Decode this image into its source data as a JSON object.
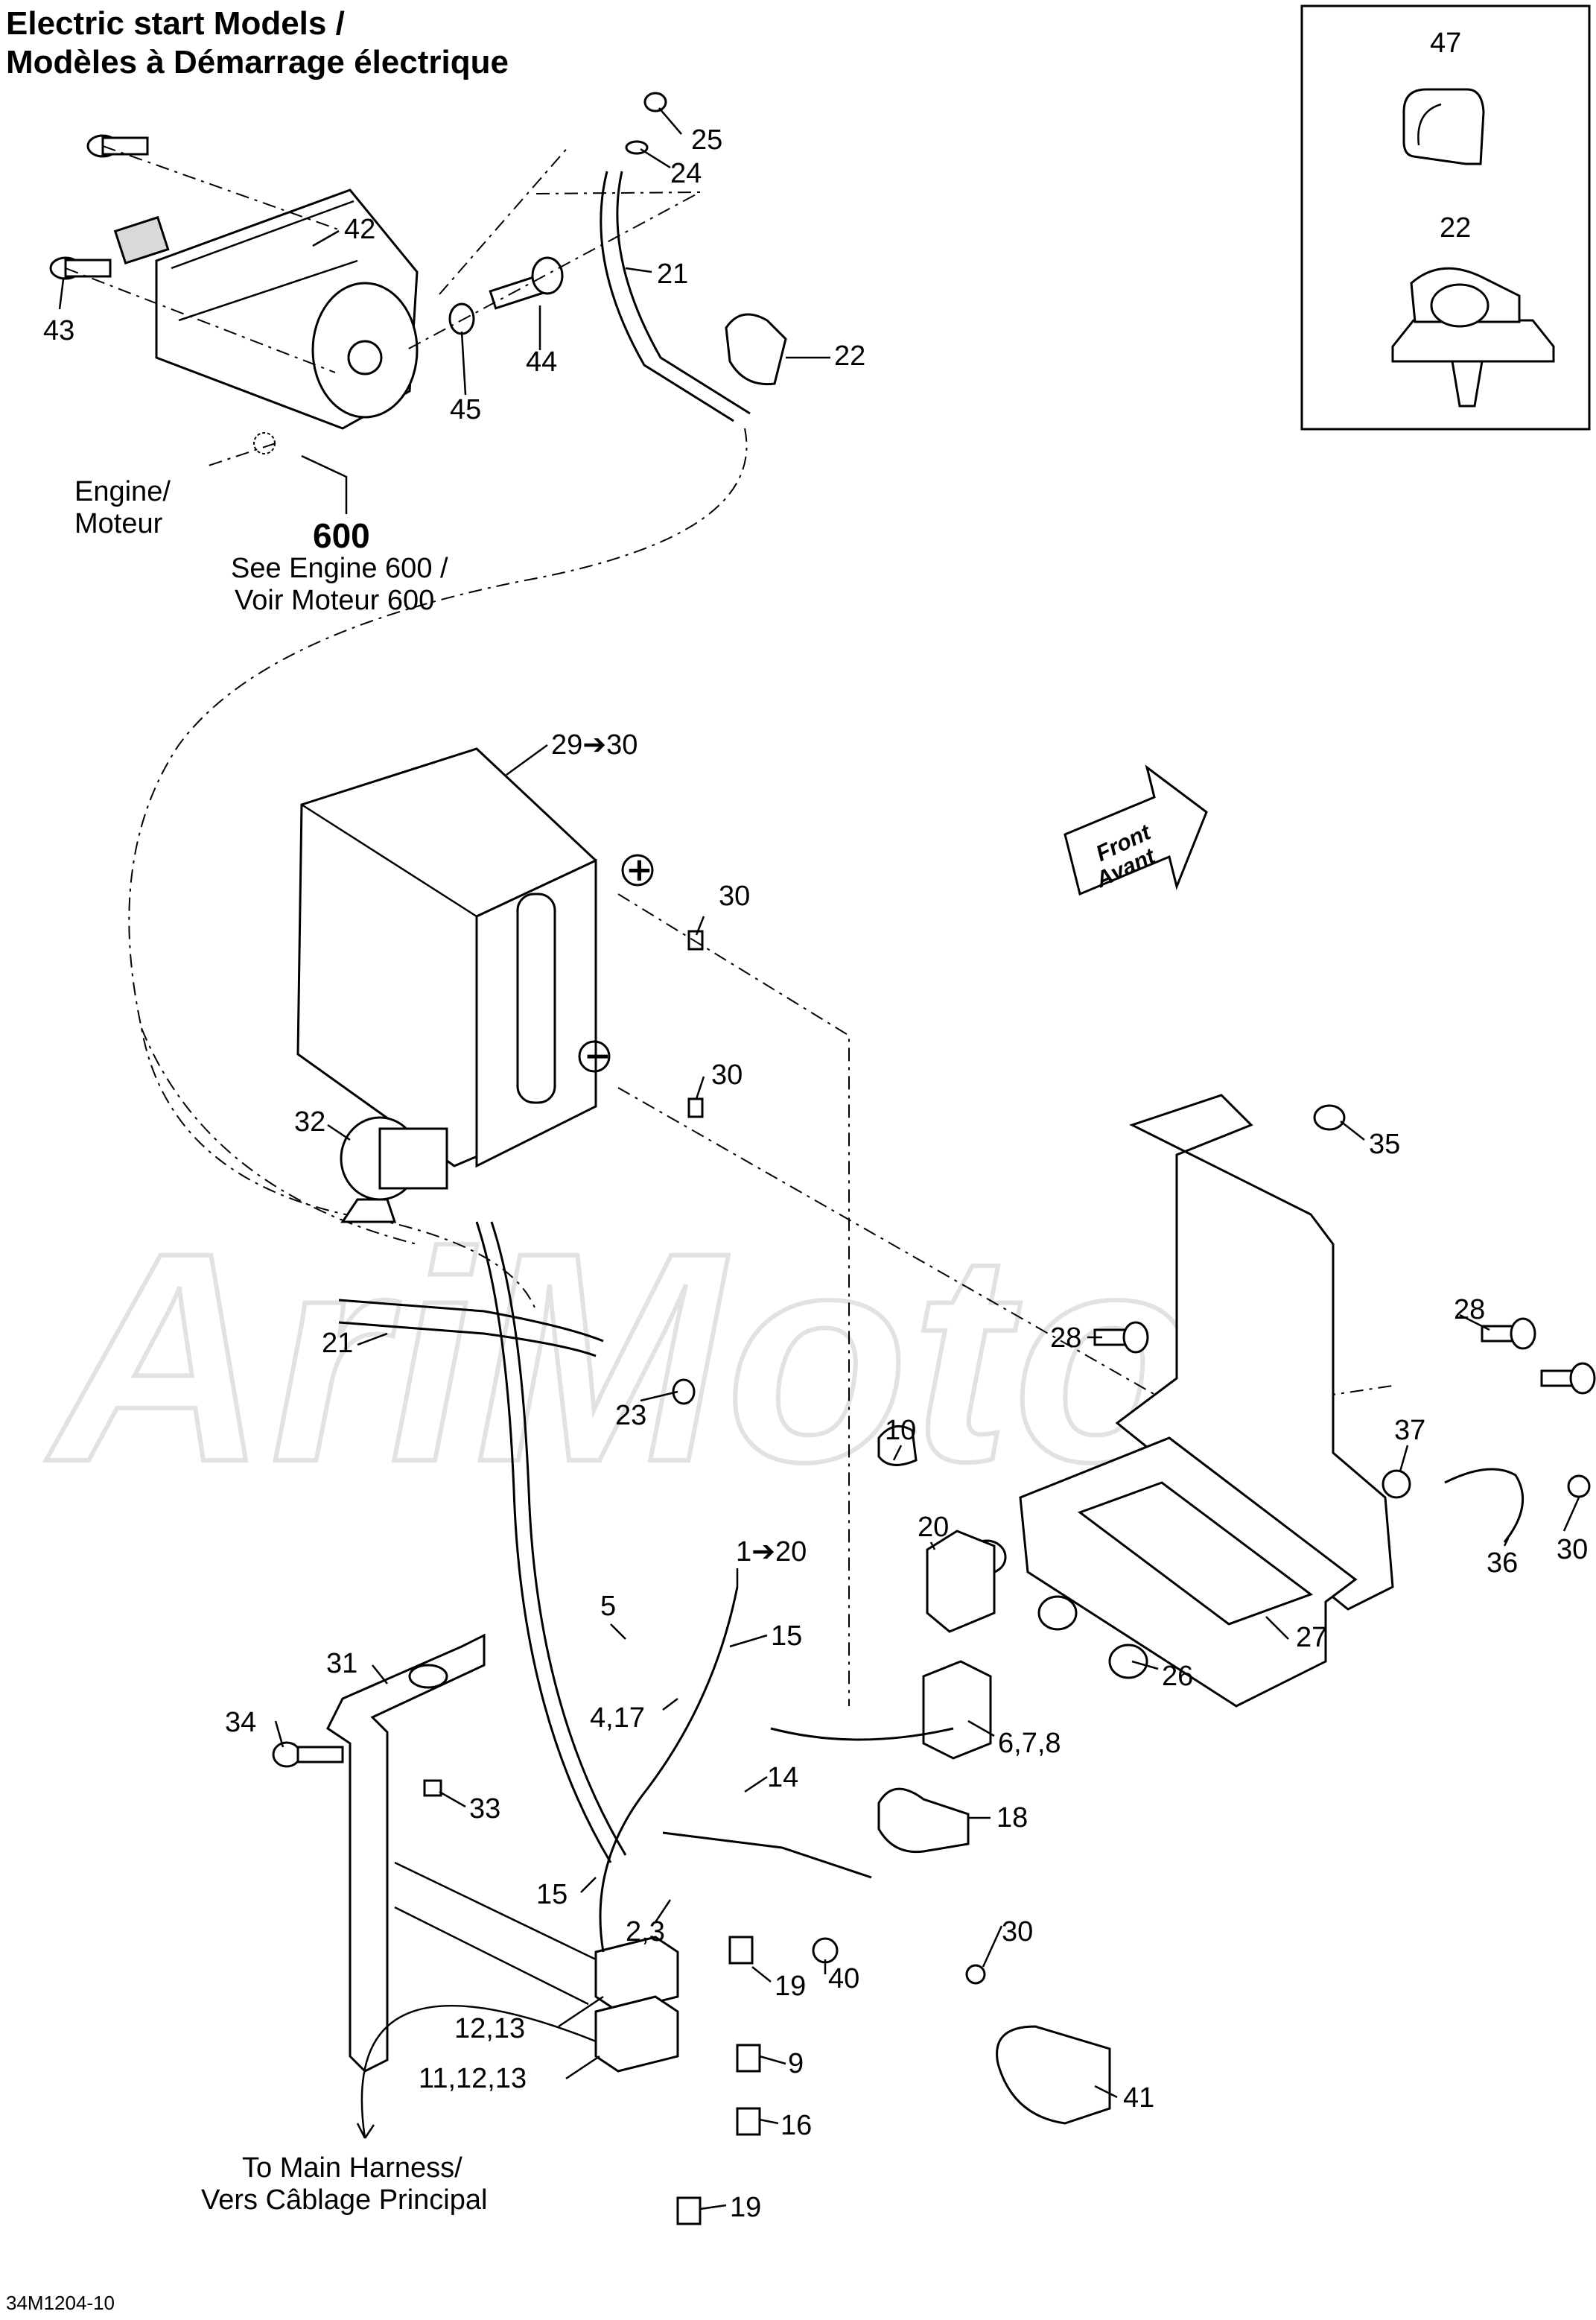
{
  "title": {
    "line1": "Electric start Models /",
    "line2": "Modèles à Démarrage électrique"
  },
  "engine_reference": {
    "label_line1": "Engine/",
    "label_line2": "Moteur",
    "number": "600",
    "see_line1": "See Engine 600 /",
    "see_line2": "Voir Moteur 600"
  },
  "direction": {
    "line1": "Front",
    "line2": "Avant"
  },
  "polarity": {
    "positive": "+",
    "negative": "−"
  },
  "harness_note": {
    "line1": "To Main Harness/",
    "line2": "Vers Câblage Principal"
  },
  "watermark": "AriMoto",
  "drawing_code": "34M1204-10",
  "callouts": [
    "47",
    "22",
    "25",
    "24",
    "42",
    "21",
    "22",
    "43",
    "44",
    "45",
    "29➔30",
    "30",
    "30",
    "32",
    "35",
    "28",
    "28",
    "21",
    "23",
    "37",
    "10",
    "30",
    "20",
    "36",
    "1➔20",
    "5",
    "15",
    "27",
    "31",
    "26",
    "4,17",
    "34",
    "6,7,8",
    "14",
    "33",
    "18",
    "15",
    "2,3",
    "30",
    "19",
    "40",
    "12,13",
    "9",
    "41",
    "11,12,13",
    "16",
    "19"
  ]
}
